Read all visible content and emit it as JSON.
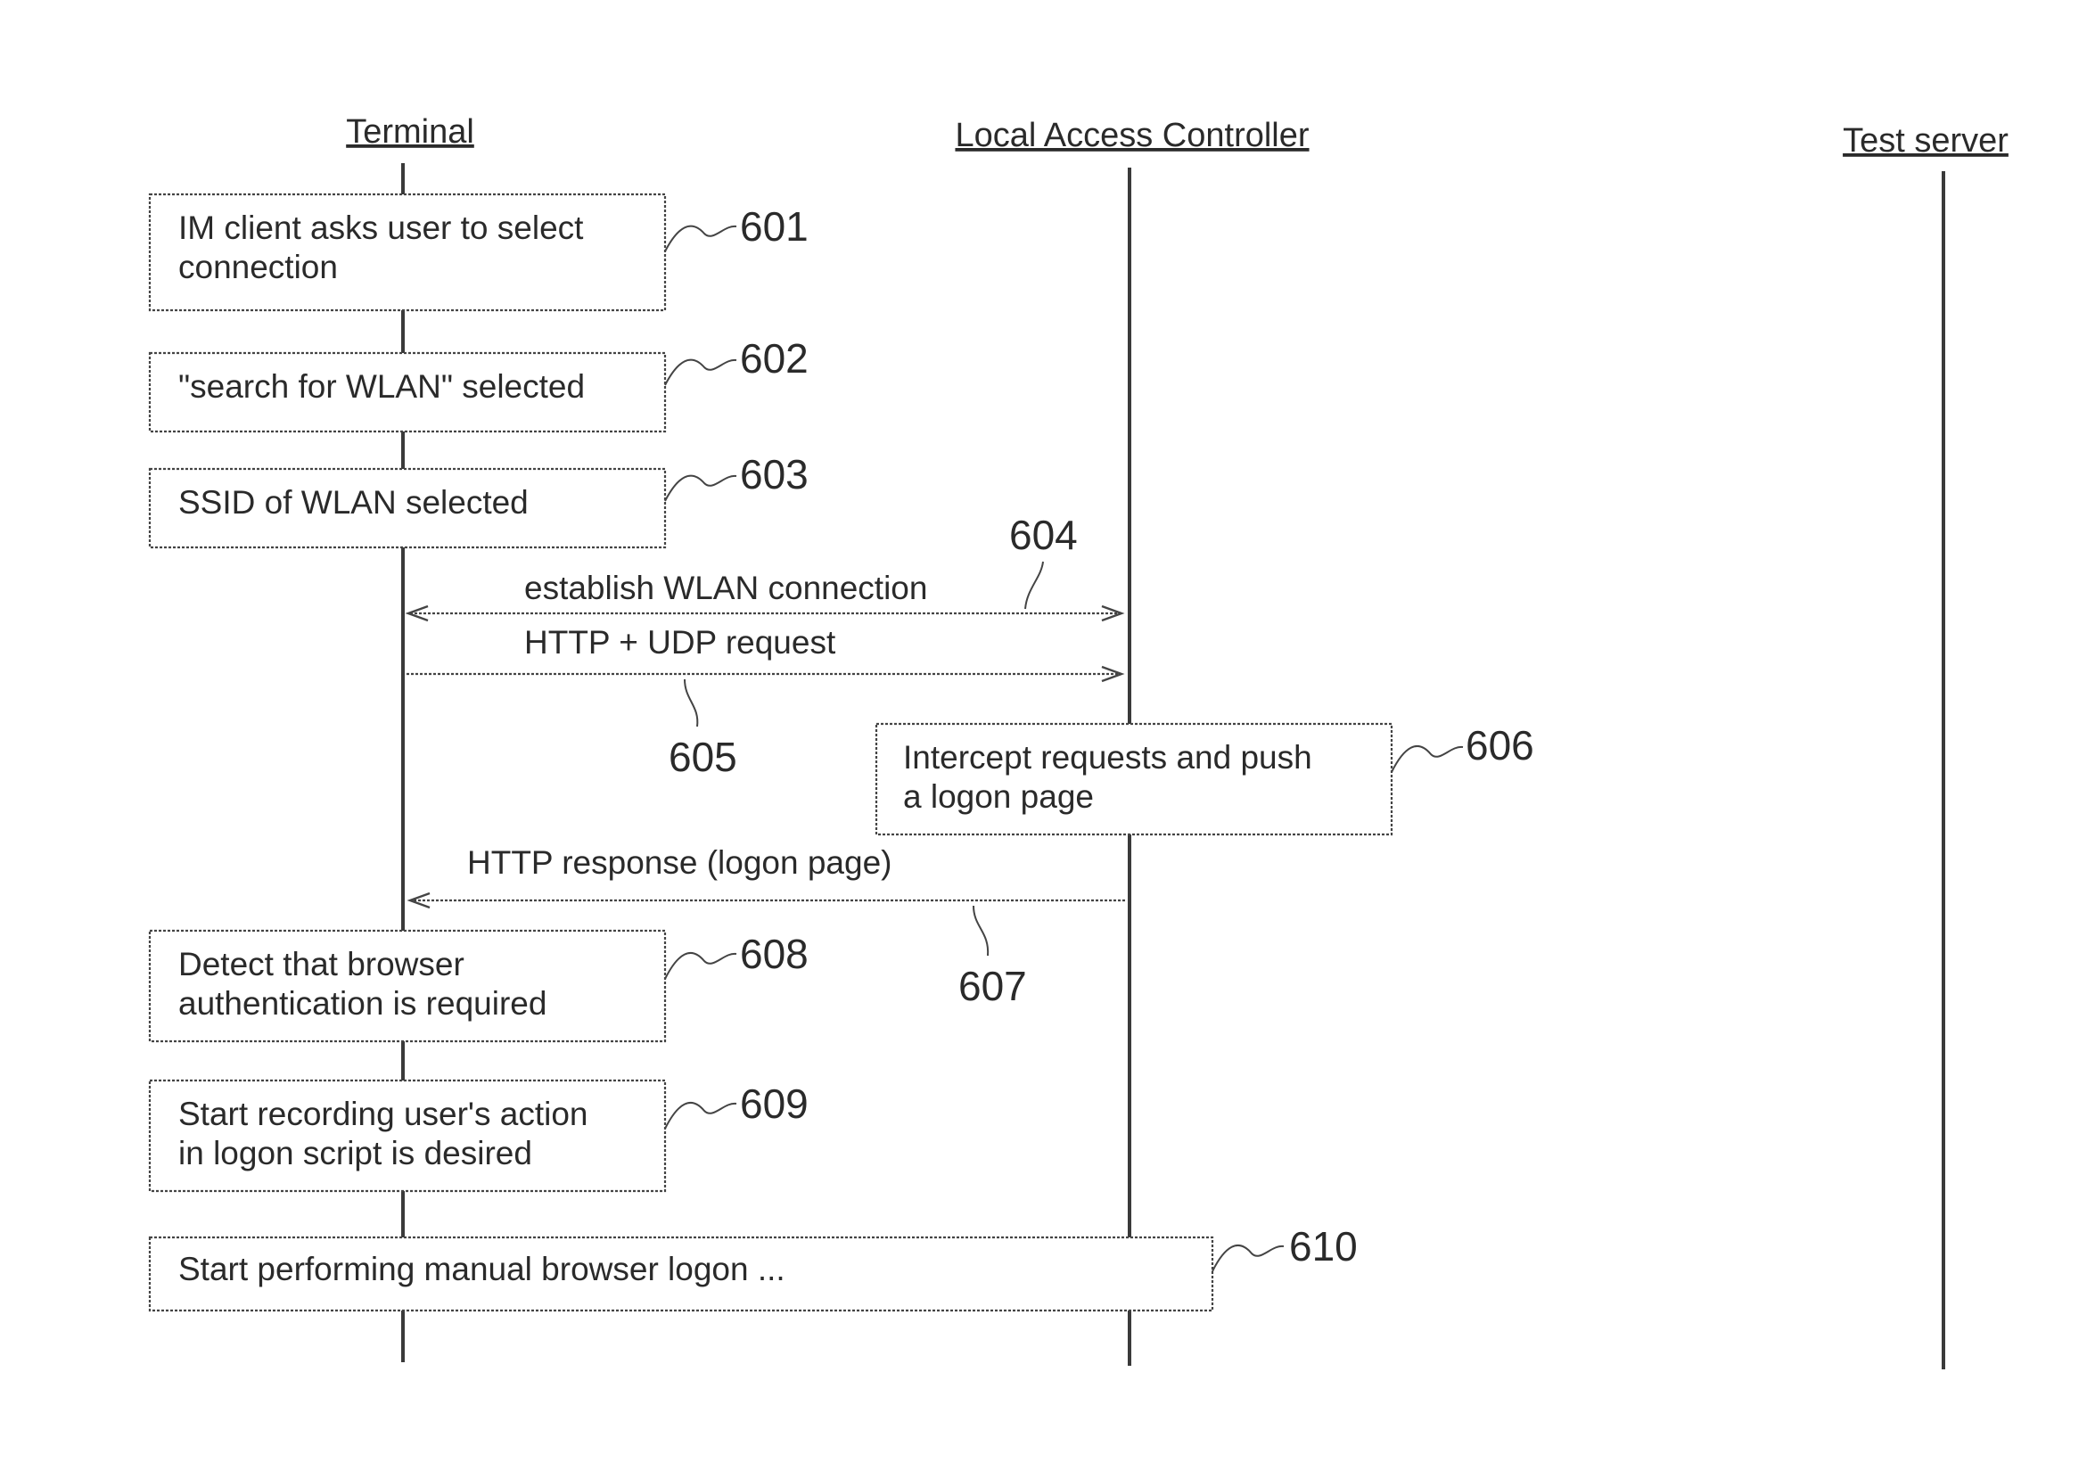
{
  "participants": [
    {
      "id": "terminal",
      "label": "Terminal"
    },
    {
      "id": "lac",
      "label": "Local Access  Controller"
    },
    {
      "id": "test",
      "label": "Test server"
    }
  ],
  "steps": [
    {
      "id": "601",
      "ref": "601",
      "lines": [
        "IM client asks user to select",
        "connection"
      ]
    },
    {
      "id": "602",
      "ref": "602",
      "lines": [
        "\"search for WLAN\" selected"
      ]
    },
    {
      "id": "603",
      "ref": "603",
      "lines": [
        "SSID of WLAN selected"
      ]
    },
    {
      "id": "606",
      "ref": "606",
      "lines": [
        "Intercept requests and push",
        "a logon page"
      ]
    },
    {
      "id": "608",
      "ref": "608",
      "lines": [
        "Detect that browser",
        "authentication is required"
      ]
    },
    {
      "id": "609",
      "ref": "609",
      "lines": [
        "Start recording user's action",
        "in logon script is desired"
      ]
    },
    {
      "id": "610",
      "ref": "610",
      "lines": [
        "Start performing manual browser logon ..."
      ]
    }
  ],
  "messages": [
    {
      "id": "604",
      "ref": "604",
      "label": "establish WLAN connection",
      "from": "terminal",
      "to": "lac",
      "bidirectional": true
    },
    {
      "id": "605",
      "ref": "605",
      "label": "HTTP + UDP request",
      "from": "terminal",
      "to": "lac",
      "bidirectional": false
    },
    {
      "id": "607",
      "ref": "607",
      "label": "HTTP response (logon page)",
      "from": "lac",
      "to": "terminal",
      "bidirectional": false
    }
  ]
}
